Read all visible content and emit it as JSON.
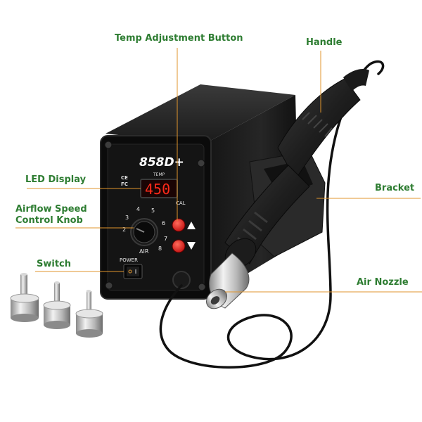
{
  "colors": {
    "label": "#2e7d32",
    "leader": "#e0952d",
    "body": "#1c1c1c",
    "panel": "#0d0d0d",
    "display": "#ff2a1a",
    "button": "#e21a1a"
  },
  "labels": {
    "temp_button": "Temp Adjustment Button",
    "handle": "Handle",
    "led_display": "LED Display",
    "bracket": "Bracket",
    "airflow_knob": "Airflow Speed Control Knob",
    "switch": "Switch",
    "air_nozzle": "Air Nozzle"
  },
  "device": {
    "model": "858D+",
    "sublabel": "TEMP",
    "display_value": "450",
    "cal_label": "CAL",
    "air_label": "AIR",
    "power_label": "POWER",
    "dial_numbers": [
      "2",
      "3",
      "4",
      "5",
      "6",
      "7",
      "8"
    ],
    "cert_marks": [
      "CE",
      "FC"
    ],
    "up_arrow_icon": "triangle-up-icon",
    "down_arrow_icon": "triangle-down-icon"
  }
}
